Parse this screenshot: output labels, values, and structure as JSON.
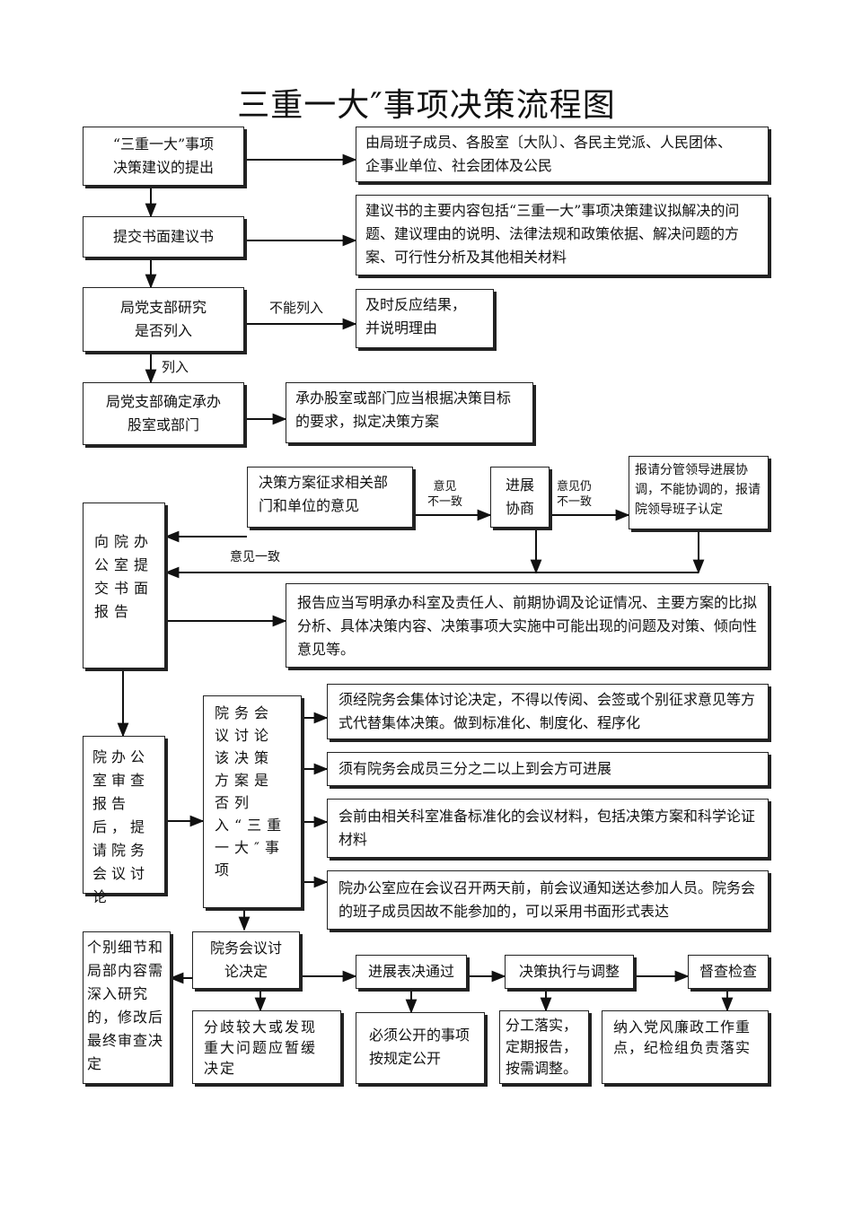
{
  "title": "三重一大″事项决策流程图",
  "boxes": {
    "proposal": "“三重一大”事项\n决策建议的提出",
    "proposal_note": "由局班子成员、各股室〔大队〕、各民主党派、人民团体、\n企事业单位、社会团体及公民",
    "submit": "提交书面建议书",
    "submit_note": "建议书的主要内容包括“三重一大”事项决策建议拟解决的问题、建议理由的说明、法律法规和政策依据、解决问题的方案、可行性分析及其他相关材料",
    "research": "局党支部研究\n是否列入",
    "reject_note": "及时反应结果，\n并说明理由",
    "assign": "局党支部确定承办\n股室或部门",
    "assign_note": "承办股室或部门应当根据决策目标的要求，拟定决策方案",
    "solicit": "决策方案征求相关部门和单位的意见",
    "negotiate": "进展\n协商",
    "escalate": "报请分管领导进展协调，不能协调的，报请院领导班子认定",
    "report": "向院办公室提交书面报告",
    "report_note": "报告应当写明承办科室及责任人、前期协调及论证情况、主要方案的比拟分析、具体决策内容、决策事项大实施中可能出现的问题及对策、倾向性意见等。",
    "review": "院办公室审查报告后，提请院务会议讨论",
    "discuss": "院务会议讨论该决策方案是否列入“三重一大″事项",
    "rule1": "须经院务会集体讨论决定，不得以传阅、会签或个别征求意见等方式代替集体决策。做到标准化、制度化、程序化",
    "rule2": "须有院务会成员三分之二以上到会方可进展",
    "rule3": "会前由相关科室准备标准化的会议材料，包括决策方案和科学论证材料",
    "rule4": "院办公室应在会议召开两天前，前会议通知送达参加人员。院务会的班子成员因故不能参加的，可以采用书面形式表达",
    "details": "个别细节和局部内容需深入研究的，修改后最终审查决定",
    "meeting_decide": "院务会议讨\n论决定",
    "vote": "进展表决通过",
    "execute": "决策执行与调整",
    "supervise": "督查检查",
    "postpone": "分歧较大或发现重大问题应暂缓决定",
    "publicize": "必须公开的事项按规定公开",
    "divide": "分工落实，\n定期报告，\n按需调整。",
    "integrate": "纳入党风廉政工作重点，纪检组负责落实"
  },
  "labels": {
    "not_listed": "不能列入",
    "listed": "列入",
    "disagree": "意见\n不一致",
    "still_disagree": "意见仍\n不一致",
    "agree": "意见一致"
  }
}
